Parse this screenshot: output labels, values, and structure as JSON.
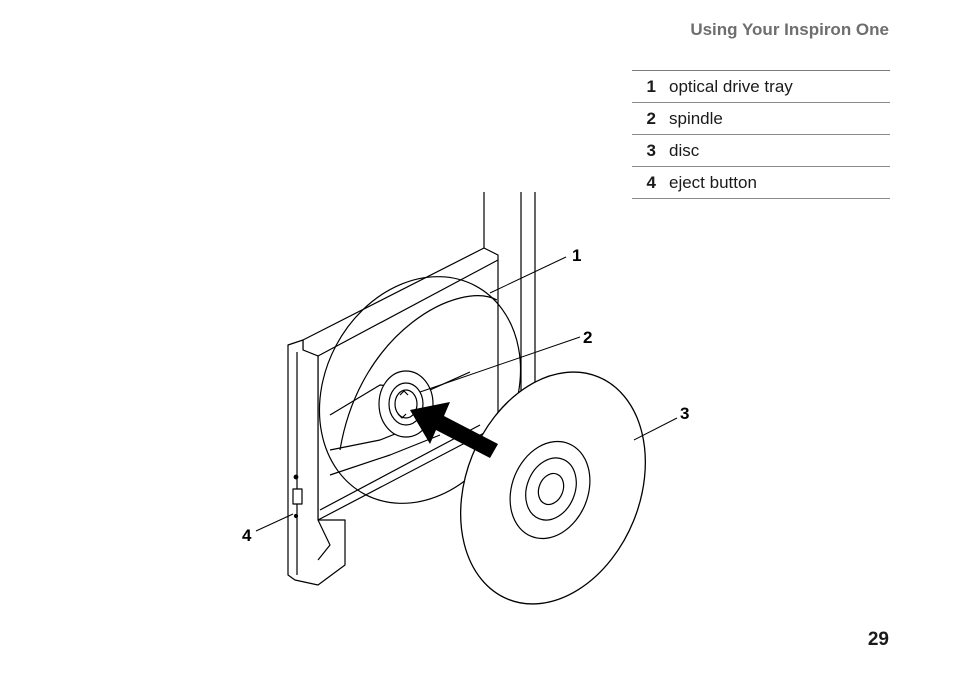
{
  "header": {
    "title": "Using Your Inspiron One"
  },
  "legend": {
    "items": [
      {
        "number": "1",
        "label": "optical drive tray"
      },
      {
        "number": "2",
        "label": "spindle"
      },
      {
        "number": "3",
        "label": "disc"
      },
      {
        "number": "4",
        "label": "eject button"
      }
    ]
  },
  "callouts": [
    "1",
    "2",
    "3",
    "4"
  ],
  "page": {
    "number": "29"
  }
}
